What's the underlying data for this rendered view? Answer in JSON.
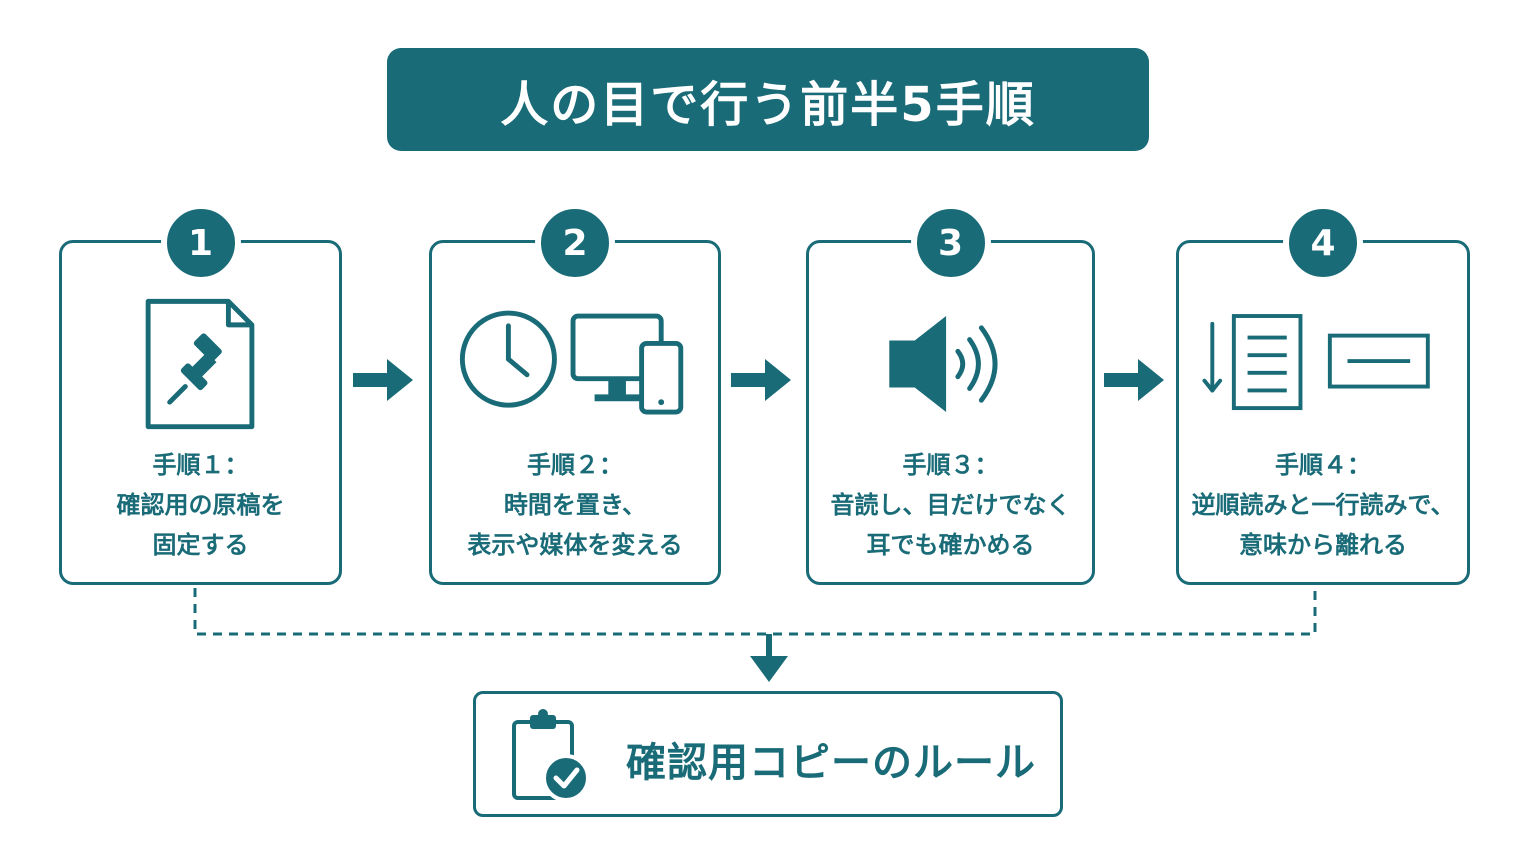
{
  "title": "人の目で行う前半5手順",
  "steps": [
    {
      "number": "1",
      "lines": [
        "手順１：",
        "確認用の原稿を",
        "固定する"
      ],
      "icon": "pinned-document-icon"
    },
    {
      "number": "2",
      "lines": [
        "手順２：",
        "時間を置き、",
        "表示や媒体を変える"
      ],
      "icon": "clock-and-devices-icon"
    },
    {
      "number": "3",
      "lines": [
        "手順３：",
        "音読し、目だけでなく",
        "耳でも確かめる"
      ],
      "icon": "speaker-icon"
    },
    {
      "number": "4",
      "lines": [
        "手順４：",
        "逆順読みと一行読みで、",
        "意味から離れる"
      ],
      "icon": "reverse-and-line-reading-icon"
    }
  ],
  "bottom": {
    "label": "確認用コピーのルール",
    "icon": "clipboard-check-icon"
  },
  "colors": {
    "primary": "#1a6b78",
    "background": "#ffffff"
  }
}
